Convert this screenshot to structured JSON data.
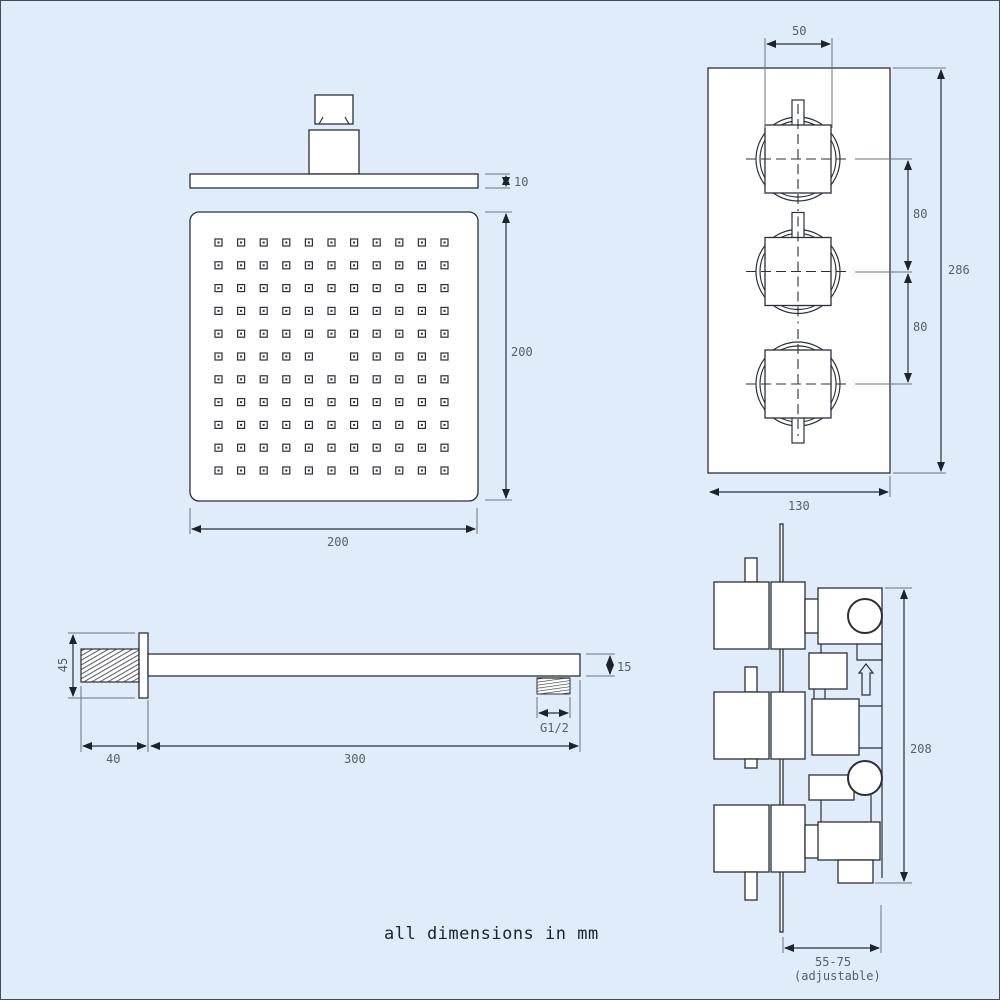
{
  "drawing": {
    "note": "all dimensions in mm",
    "colors": {
      "background": "#e0ecfa",
      "line": "#2b2f36",
      "dimension_text": "#55606e"
    }
  },
  "shower_head": {
    "side_thickness": "10",
    "width": "200",
    "depth": "200",
    "nozzle_grid": {
      "rows": 11,
      "cols": 11,
      "missing": [
        [
          5,
          5
        ]
      ]
    }
  },
  "shower_arm": {
    "flange_height": "45",
    "threaded_length": "40",
    "arm_length": "300",
    "arm_thickness": "15",
    "outlet_thread": "G1/2"
  },
  "valve_front": {
    "handle_width": "50",
    "handle_spacing_1": "80",
    "handle_spacing_2": "80",
    "plate_height": "286",
    "plate_width": "130",
    "handles": 3
  },
  "valve_side": {
    "body_height": "208",
    "depth_range": "55-75",
    "depth_note": "(adjustable)",
    "flow_arrow": "up-arrow"
  }
}
